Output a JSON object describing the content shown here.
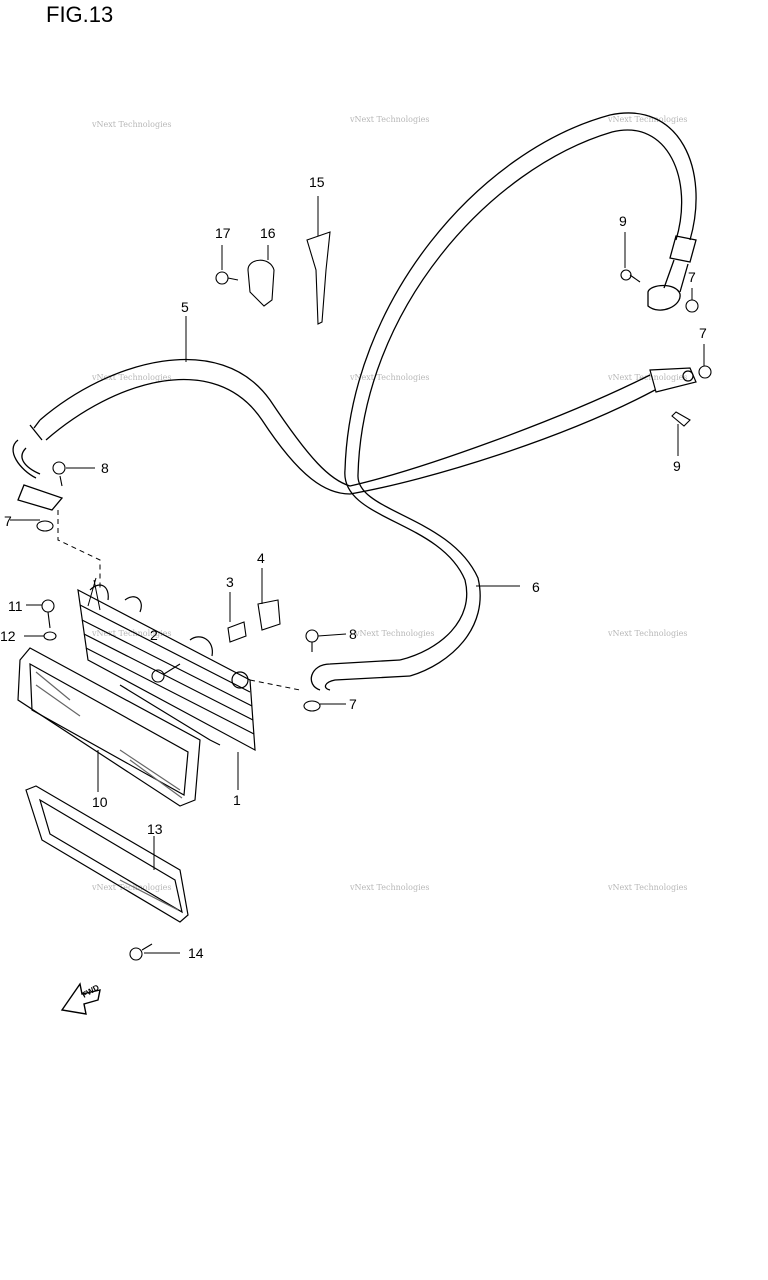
{
  "figure": {
    "title": "FIG.13"
  },
  "watermark": {
    "text": "vNext Technologies"
  },
  "direction_arrow": {
    "label": "FWD"
  },
  "callouts": [
    {
      "id": "c15",
      "label": "15"
    },
    {
      "id": "c17",
      "label": "17"
    },
    {
      "id": "c16",
      "label": "16"
    },
    {
      "id": "c9a",
      "label": "9"
    },
    {
      "id": "c7a",
      "label": "7"
    },
    {
      "id": "c5",
      "label": "5"
    },
    {
      "id": "c7b",
      "label": "7"
    },
    {
      "id": "c8a",
      "label": "8"
    },
    {
      "id": "c9b",
      "label": "9"
    },
    {
      "id": "c7c",
      "label": "7"
    },
    {
      "id": "c4",
      "label": "4"
    },
    {
      "id": "c3",
      "label": "3"
    },
    {
      "id": "c6",
      "label": "6"
    },
    {
      "id": "c11",
      "label": "11"
    },
    {
      "id": "c12",
      "label": "12"
    },
    {
      "id": "c2",
      "label": "2"
    },
    {
      "id": "c8b",
      "label": "8"
    },
    {
      "id": "c7d",
      "label": "7"
    },
    {
      "id": "c10",
      "label": "10"
    },
    {
      "id": "c1",
      "label": "1"
    },
    {
      "id": "c13",
      "label": "13"
    },
    {
      "id": "c14",
      "label": "14"
    }
  ]
}
